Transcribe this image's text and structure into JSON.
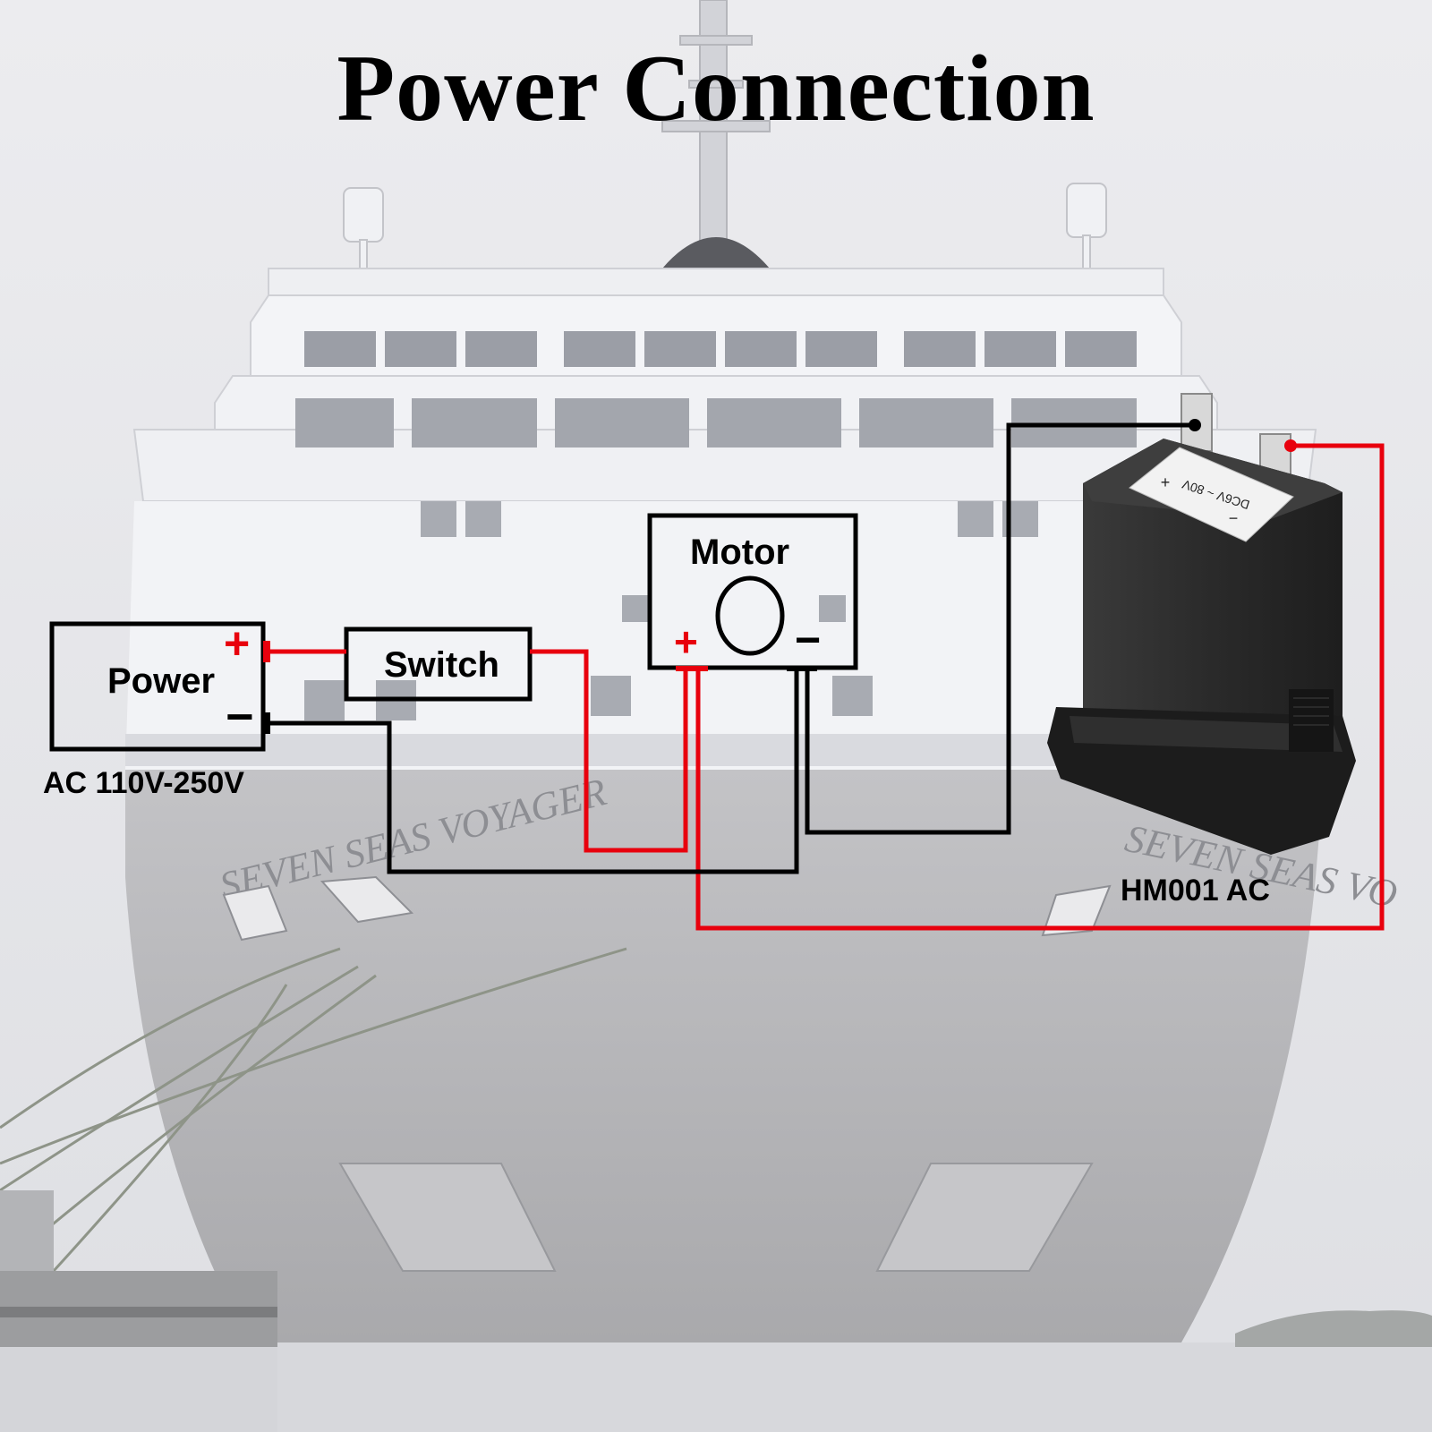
{
  "title": "Power Connection",
  "power": {
    "label": "Power",
    "plus": "+",
    "minus": "−",
    "voltage": "AC 110V-250V"
  },
  "switch": {
    "label": "Switch"
  },
  "motor": {
    "label": "Motor",
    "plus": "+",
    "minus": "−"
  },
  "device": {
    "name": "HM001 AC",
    "sticker_range": "DC6V ~ 80V",
    "sticker_plus": "+",
    "sticker_minus": "−"
  },
  "background": {
    "hull_name_left": "SEVEN SEAS VOYAGER",
    "hull_name_right": "SEVEN SEAS VO"
  },
  "colors": {
    "positive_wire": "#e8000d",
    "negative_wire": "#000000",
    "sky": "#e9e9ec",
    "ship_white": "#f1f2f5",
    "hull_grey": "#b7b7ba",
    "device_body": "#2c2c2c"
  }
}
